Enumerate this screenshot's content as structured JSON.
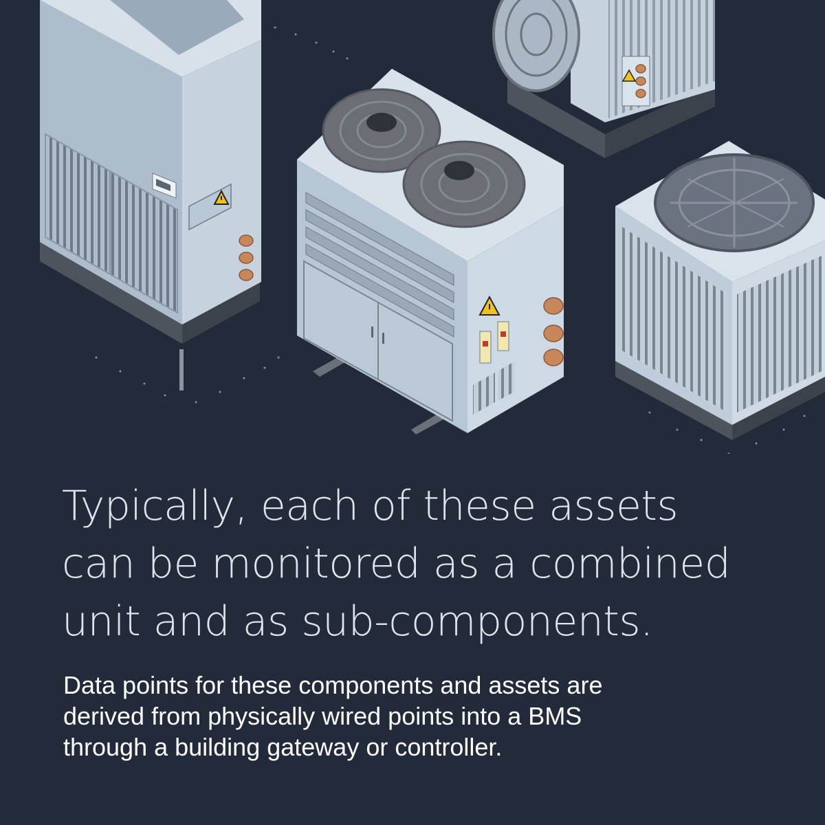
{
  "headline": {
    "lines": [
      "Typically, each of these assets",
      "can be monitored as a combined",
      "unit and as sub-components."
    ]
  },
  "body": {
    "lines": [
      "Data points for these components and assets are",
      "derived from physically wired points into a BMS",
      "through a building gateway or controller."
    ]
  },
  "colors": {
    "background": "#232b3b",
    "unit_face_light": "#c9d6e2",
    "unit_face_shade": "#a9b9c9",
    "grille": "#6f7a86",
    "pipe_copper": "#c8875a",
    "warning_yellow": "#f2c21b"
  },
  "illustration": {
    "assets": [
      "indoor-air-handler",
      "condensing-unit-twin-fan",
      "axial-fan-unit",
      "rooftop-condenser"
    ],
    "icons": [
      "warning-icon",
      "control-panel-icon",
      "fan-icon"
    ]
  }
}
